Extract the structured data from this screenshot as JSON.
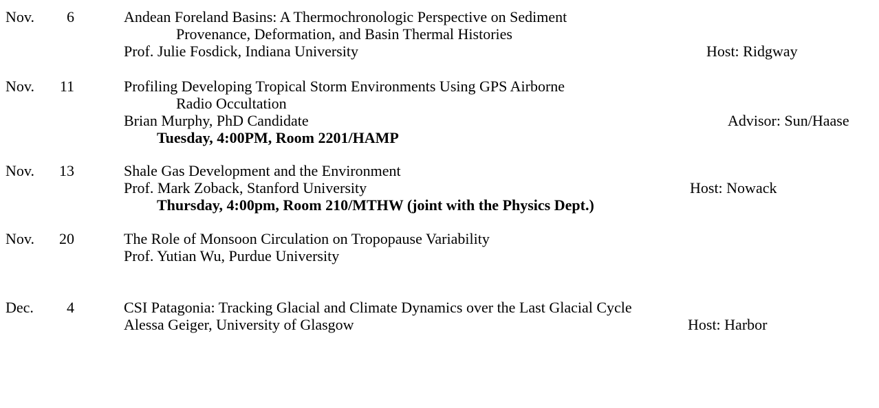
{
  "seminars": [
    {
      "month": "Nov.",
      "day": "6",
      "title_line1": "Andean Foreland Basins: A Thermochronologic Perspective on Sediment",
      "title_line2": "Provenance, Deformation, and Basin Thermal Histories",
      "speaker": "Prof. Julie Fosdick, Indiana University",
      "host": "Host:  Ridgway"
    },
    {
      "month": "Nov.",
      "day": "11",
      "title_line1": "Profiling Developing Tropical Storm Environments Using GPS Airborne",
      "title_line2": "Radio Occultation",
      "speaker": "Brian Murphy, PhD Candidate",
      "host": "Advisor:  Sun/Haase",
      "note": "Tuesday, 4:00PM, Room 2201/HAMP"
    },
    {
      "month": "Nov.",
      "day": "13",
      "title_line1": "Shale Gas Development and the Environment",
      "speaker": "Prof. Mark Zoback, Stanford University",
      "host": "Host:  Nowack",
      "note": "Thursday, 4:00pm, Room 210/MTHW (joint with the Physics Dept.)"
    },
    {
      "month": "Nov.",
      "day": "20",
      "title_line1": "The Role of Monsoon Circulation on Tropopause Variability",
      "speaker": "Prof. Yutian Wu, Purdue University"
    },
    {
      "month": "Dec.",
      "day": "4",
      "title_line1": "CSI Patagonia: Tracking Glacial and Climate Dynamics over the Last Glacial Cycle",
      "speaker": "Alessa Geiger, University of Glasgow",
      "host": "Host:  Harbor"
    }
  ]
}
